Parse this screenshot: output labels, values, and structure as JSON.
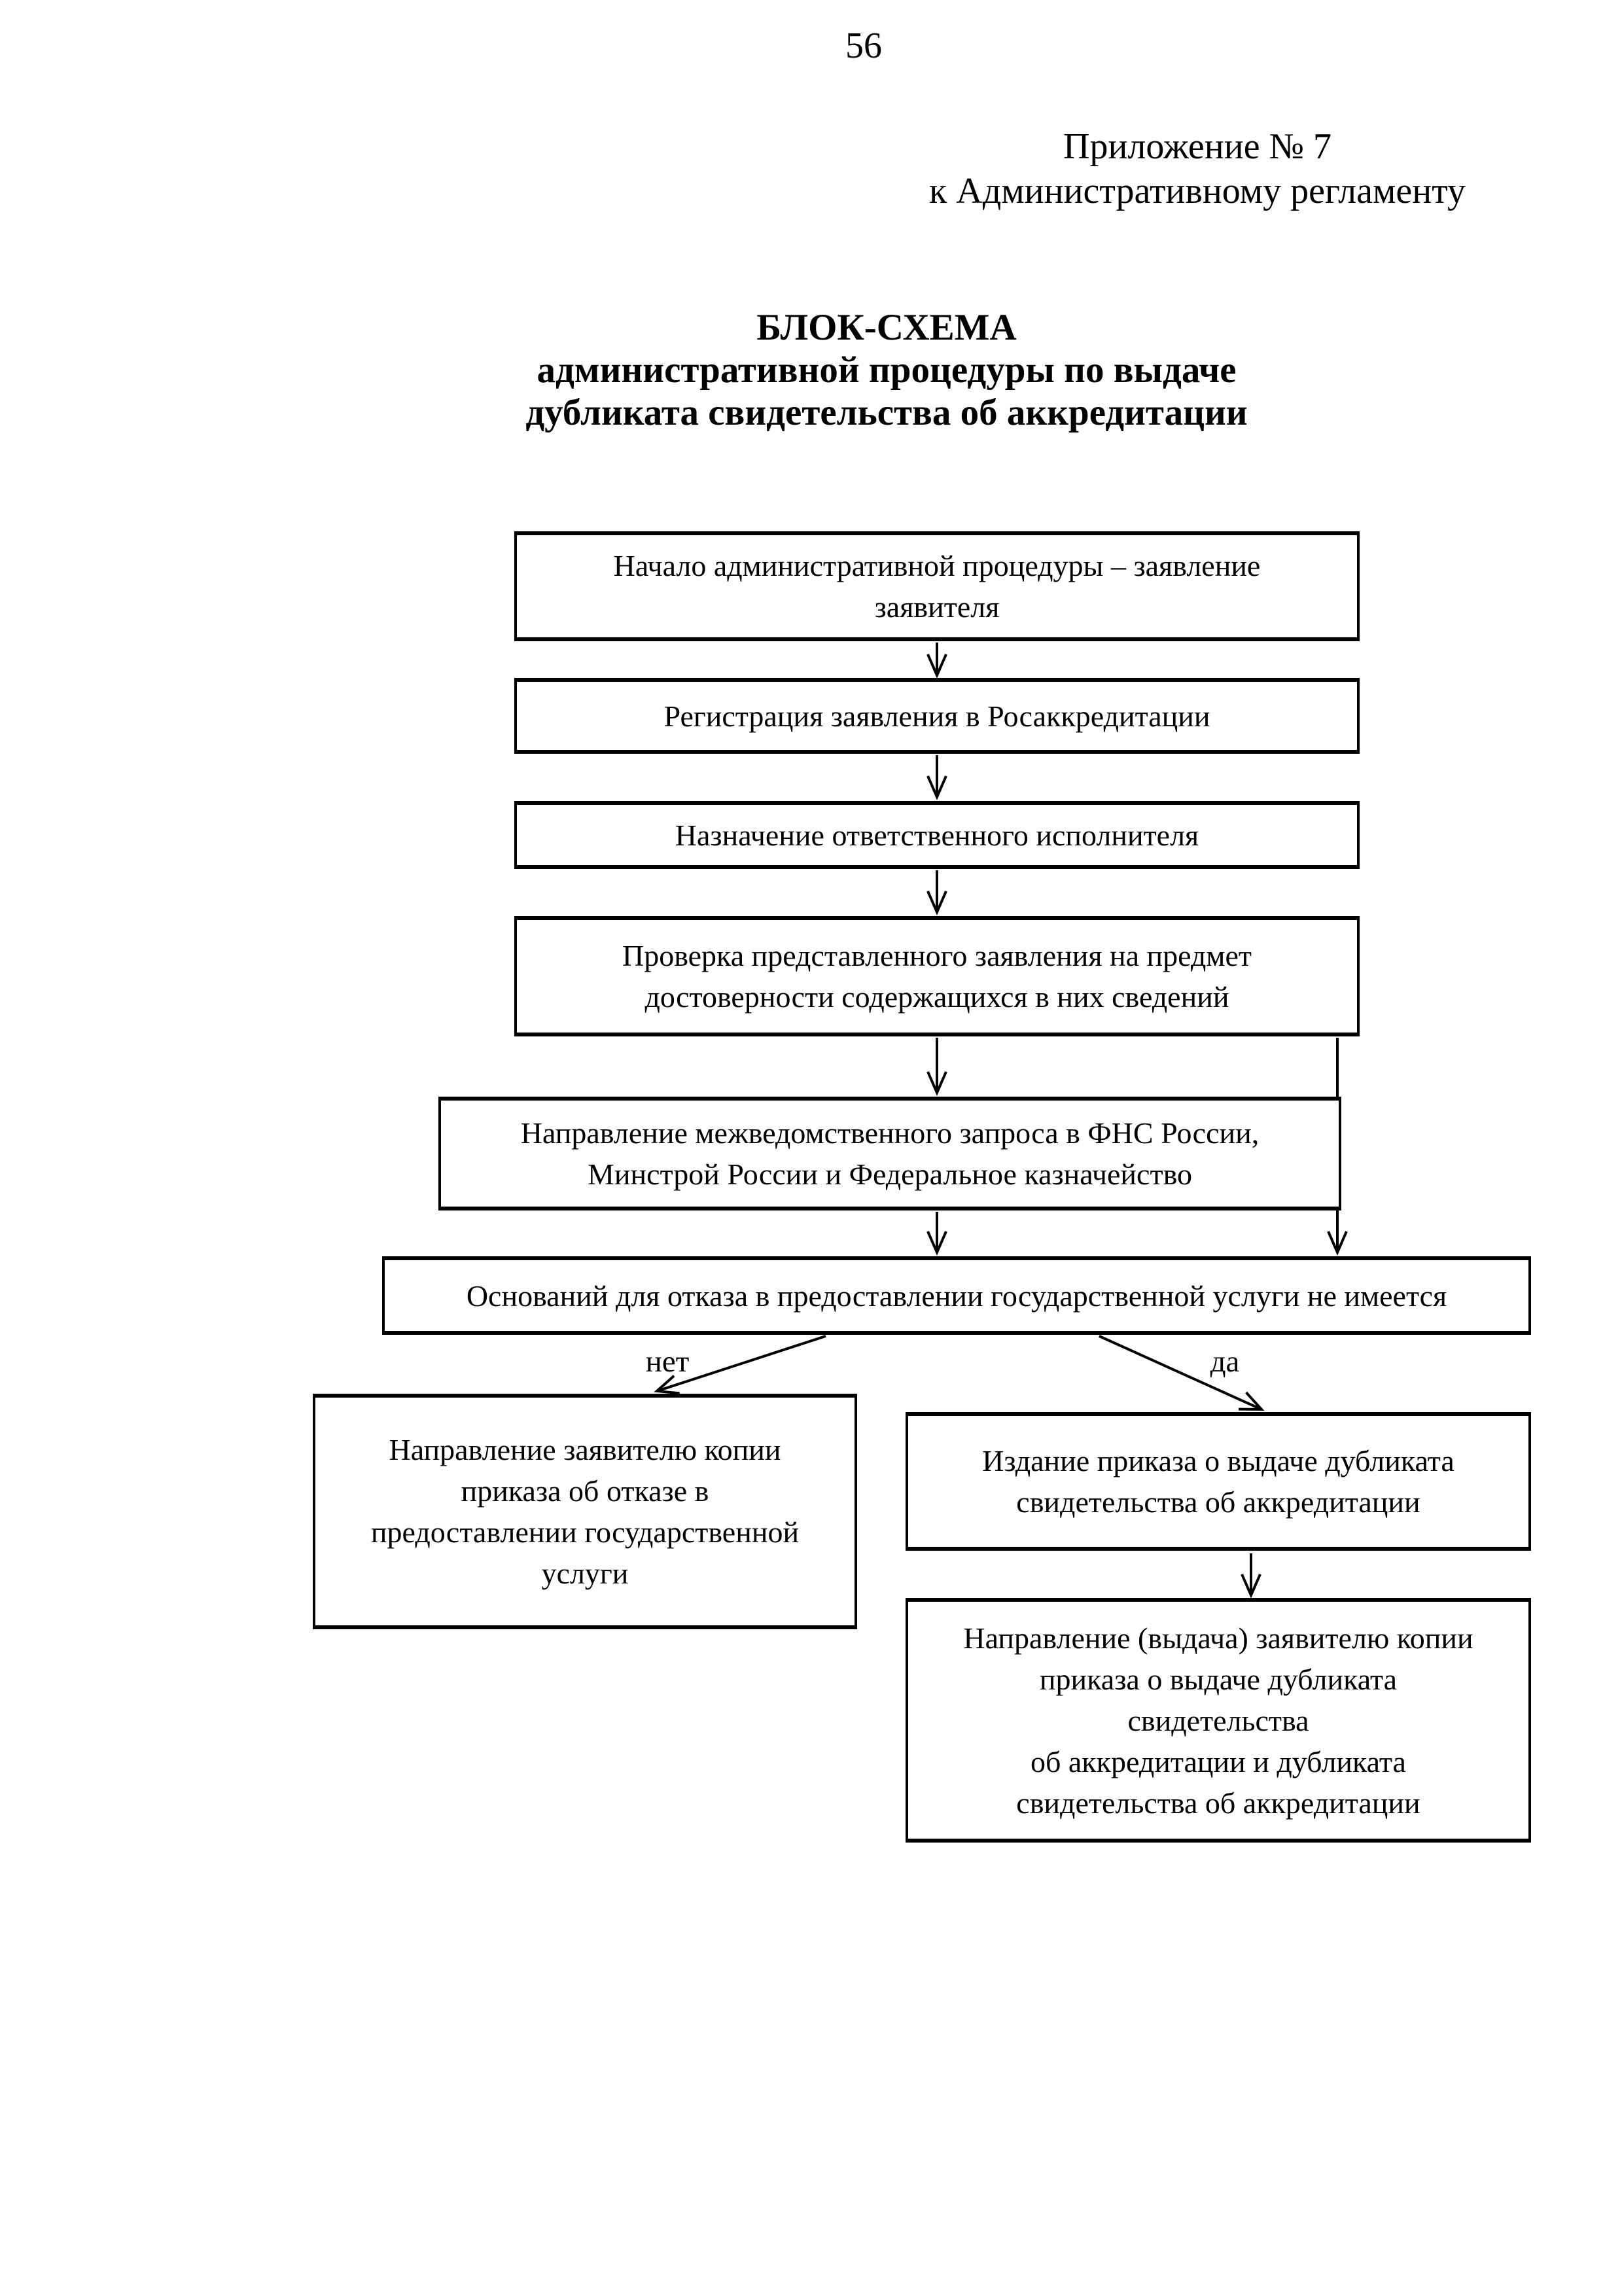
{
  "page_number": "56",
  "header": {
    "annex_line1": "Приложение № 7",
    "annex_line2": "к Административному регламенту"
  },
  "title": {
    "text": "БЛОК-СХЕМА\nадминистративной процедуры по выдаче\nдубликата свидетельства об аккредитации"
  },
  "flowchart": {
    "box_start": "Начало административной процедуры – заявление\nзаявителя",
    "box_registration": "Регистрация заявления в Росаккредитации",
    "box_assign": "Назначение ответственного исполнителя",
    "box_check": "Проверка представленного заявления на предмет\nдостоверности содержащихся в них сведений",
    "box_request": "Направление межведомственного запроса в ФНС России,\nМинстрой России и Федеральное казначейство",
    "box_decision": "Оснований для отказа в предоставлении государственной услуги не имеется",
    "label_no": "нет",
    "label_yes": "да",
    "box_refusal": "Направление заявителю копии\nприказа об отказе в\nпредоставлении государственной\nуслуги",
    "box_order": "Издание приказа о выдаче дубликата\nсвидетельства об аккредитации",
    "box_issue": "Направление (выдача) заявителю копии\nприказа о выдаче дубликата\nсвидетельства\nоб аккредитации  и дубликата\nсвидетельства об аккредитации"
  }
}
